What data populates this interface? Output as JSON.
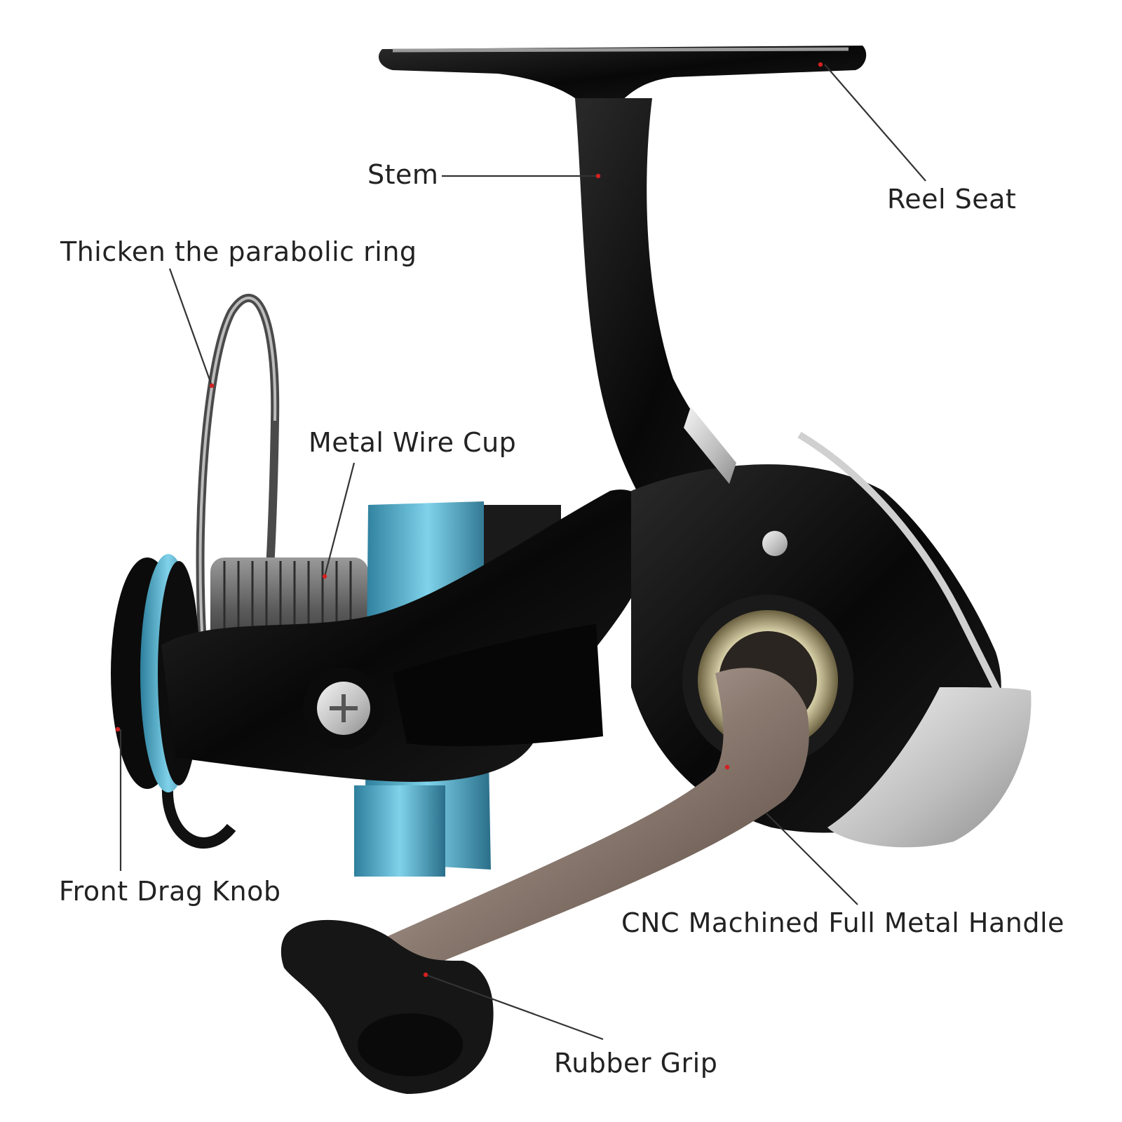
{
  "labels": {
    "stem": "Stem",
    "reel_seat": "Reel Seat",
    "parabolic_ring": "Thicken the parabolic ring",
    "wire_cup": "Metal Wire Cup",
    "drag_knob": "Front Drag Knob",
    "handle": "CNC Machined Full Metal Handle",
    "grip": "Rubber Grip"
  },
  "colors": {
    "body": "#0d0d0d",
    "accent_blue": "#5ab8d6",
    "silver": "#c9c9c9",
    "bronze": "#8a7a70",
    "leader_line": "#333333",
    "anchor_dot": "#d32020"
  }
}
